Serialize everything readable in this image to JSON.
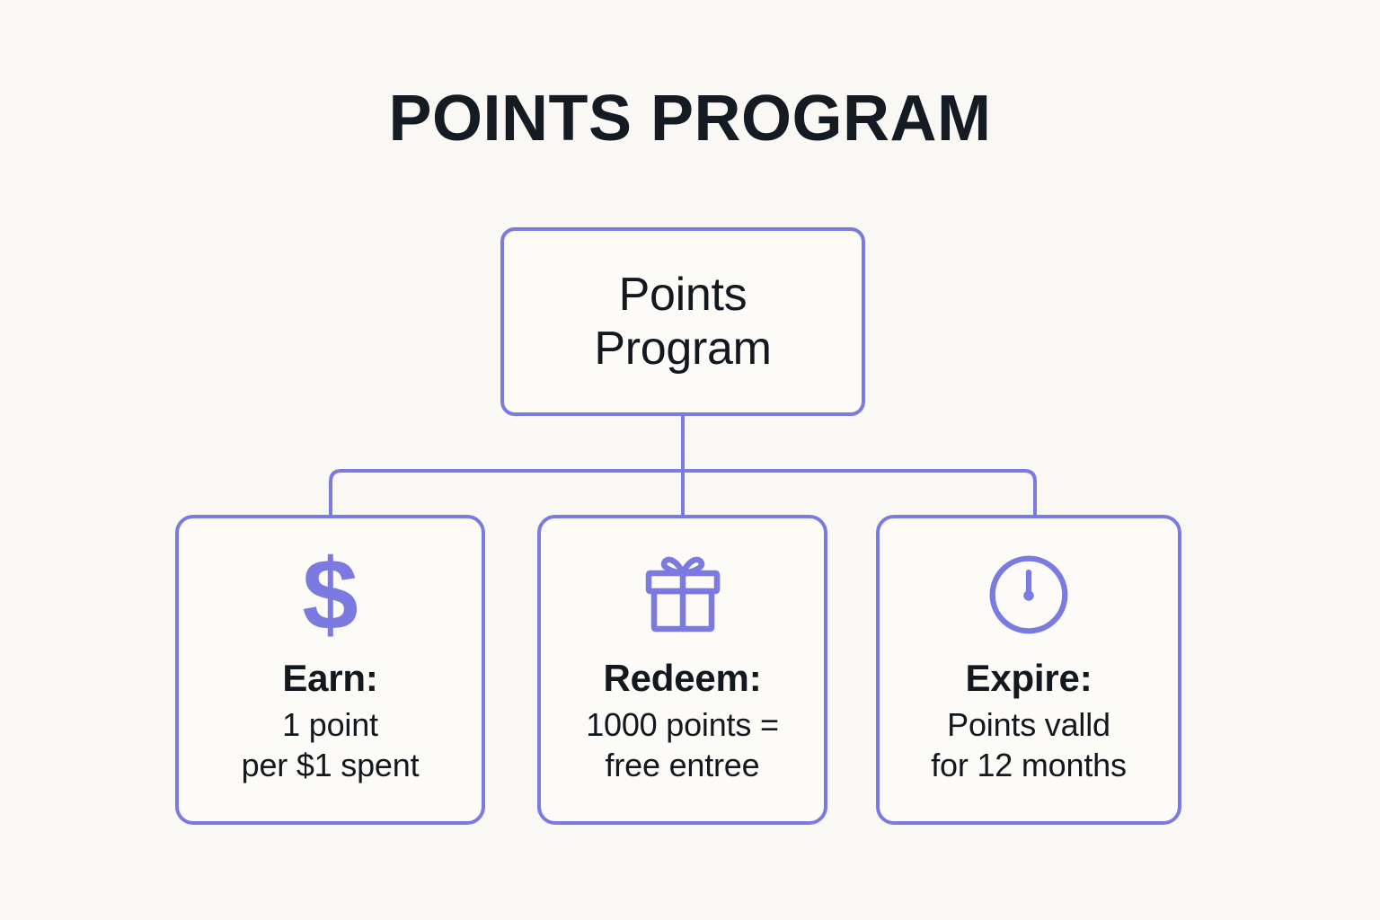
{
  "page": {
    "background_color": "#faf8f4",
    "accent_color": "#7b7ae0",
    "text_color": "#12181e"
  },
  "title": "POINTS PROGRAM",
  "root": {
    "line1": "Points",
    "line2": "Program"
  },
  "cards": [
    {
      "icon": "dollar-sign-icon",
      "icon_glyph": "$",
      "heading": "Earn:",
      "body_line1": "1 point",
      "body_line2": "per $1 spent"
    },
    {
      "icon": "gift-box-icon",
      "heading": "Redeem:",
      "body_line1": "1000 points =",
      "body_line2": "free entree"
    },
    {
      "icon": "clock-icon",
      "heading": "Expire:",
      "body_line1": "Points valld",
      "body_line2": "for 12 months"
    }
  ]
}
